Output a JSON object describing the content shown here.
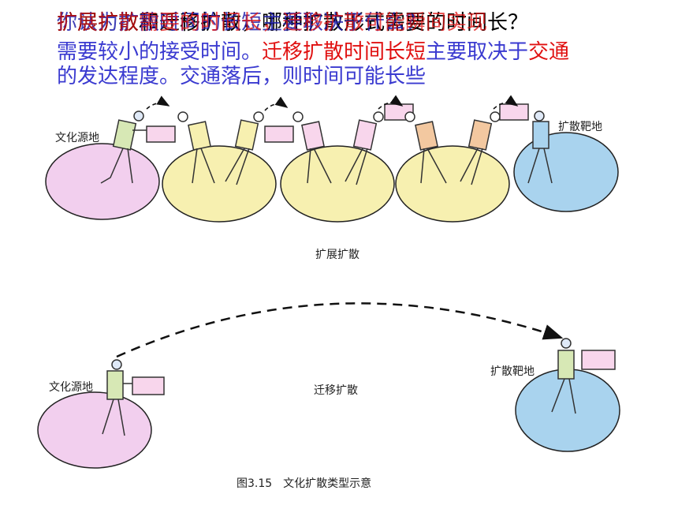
{
  "overlay_lines": [
    "扩展扩散和迁移扩散，哪种扩散形式需要的时间长？",
    "你认为扩散时间的长短主要取决于什么？",
    "扩展扩散需要的时间长，迁移扩散可能瞬间实现"
  ],
  "main_text": {
    "part1": "需要较小的接受时间。",
    "part2": "迁移扩散时间长短",
    "part3": "主要取决于",
    "part4": "交通",
    "part5": "的发达程度。交通落后，则时间可能长些"
  },
  "diagram": {
    "top_source_label": "文化源地",
    "top_target_label": "扩散靶地",
    "top_caption": "扩展扩散",
    "bottom_source_label": "文化源地",
    "bottom_target_label": "扩散靶地",
    "bottom_caption": "迁移扩散",
    "figure_caption": "图3.15　文化扩散类型示意"
  },
  "colors": {
    "pink_ellipse": "#f2cfee",
    "yellow_ellipse": "#f7f0b0",
    "blue_ellipse": "#a9d3ee",
    "text_blue": "#3a3ad0",
    "text_red": "#e01010"
  }
}
